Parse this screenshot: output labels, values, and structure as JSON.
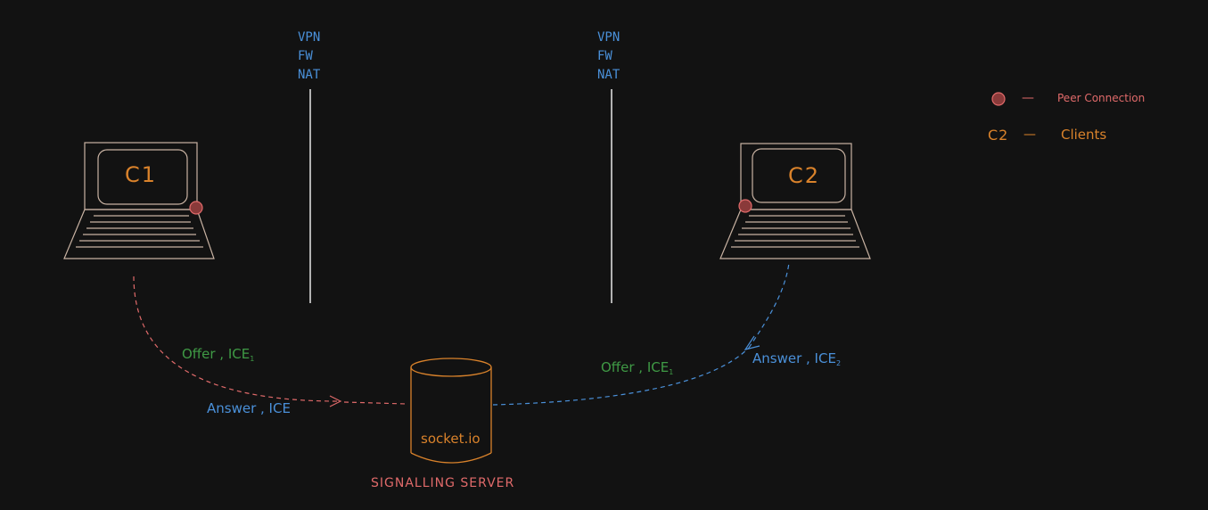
{
  "barriers": [
    {
      "id": "left",
      "lines": [
        "VPN",
        "FW",
        "NAT"
      ]
    },
    {
      "id": "right",
      "lines": [
        "VPN",
        "FW",
        "NAT"
      ]
    }
  ],
  "clients": {
    "c1": "C1",
    "c2": "C2"
  },
  "server": {
    "name": "socket.io",
    "caption": "SIGNALLING SERVER"
  },
  "messages": {
    "c1_offer": {
      "text": "Offer , ICE",
      "sub": "1"
    },
    "c1_answer": {
      "text": "Answer , ICE",
      "sub": ""
    },
    "c2_offer": {
      "text": "Offer , ICE",
      "sub": "1"
    },
    "c2_answer": {
      "text": "Answer , ICE",
      "sub": "2"
    }
  },
  "legend": {
    "peer_dash": "—",
    "peer_label": "Peer Connection",
    "client_symbol": "C2",
    "client_dash": "—",
    "client_label": "Clients"
  },
  "colors": {
    "background": "#121212",
    "client_outline": "#c9b3a3",
    "peer_dot": "#8a3a3a",
    "orange": "#d9822b",
    "blue": "#4a90d9",
    "green": "#3f9a45",
    "red": "#e06a6a"
  }
}
